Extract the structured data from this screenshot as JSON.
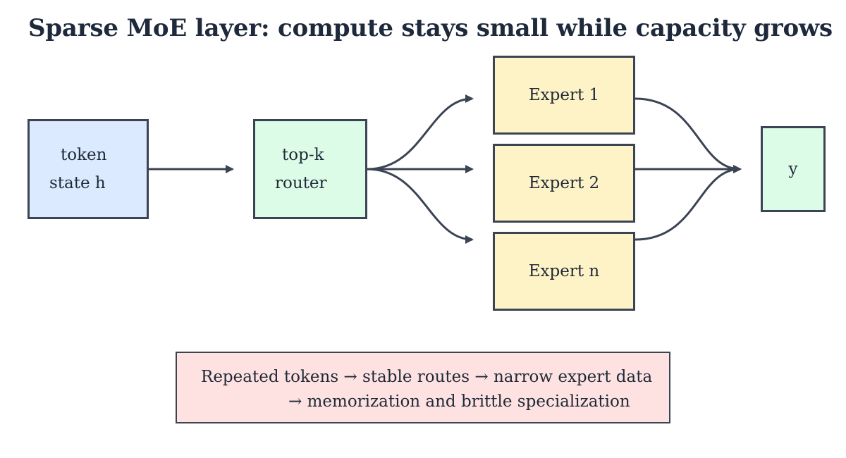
{
  "title": "Sparse MoE layer: compute stays small while capacity grows",
  "nodes": {
    "token": {
      "line1": "token",
      "line2": "state h"
    },
    "router": {
      "line1": "top-k",
      "line2": "router"
    },
    "experts": [
      {
        "label": "Expert 1"
      },
      {
        "label": "Expert 2"
      },
      {
        "label": "Expert n"
      }
    ],
    "output": {
      "label": "y"
    }
  },
  "note": {
    "line1": "Repeated tokens → stable routes → narrow expert data",
    "line2": "→ memorization and brittle specialization"
  },
  "colors": {
    "stroke": "#3b4453",
    "token_fill": "#dbeafe",
    "router_fill": "#dcfce7",
    "expert_fill": "#fef3c7",
    "output_fill": "#dcfce7",
    "note_fill": "#fee2e2"
  }
}
